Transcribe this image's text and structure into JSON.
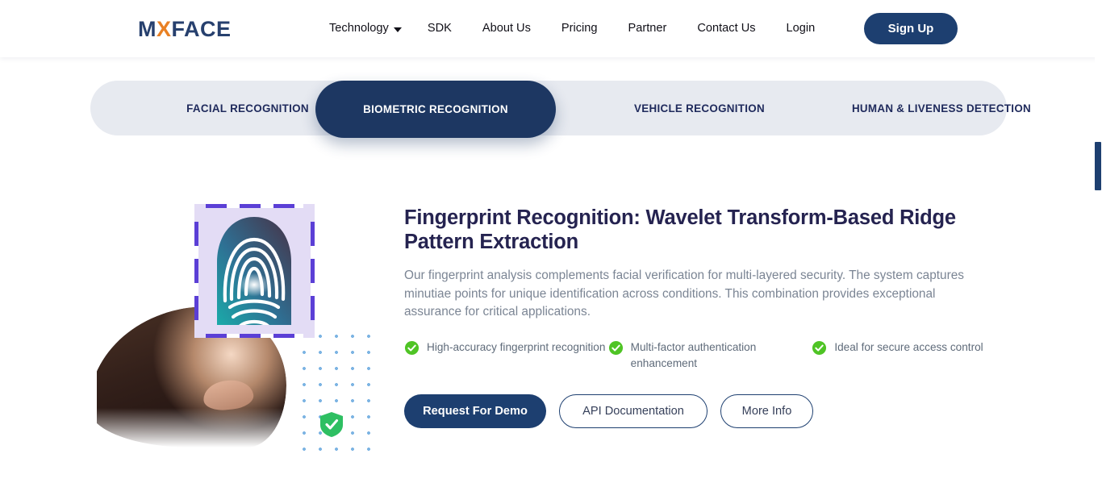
{
  "header": {
    "logo": {
      "prefix": "M",
      "accent": "X",
      "suffix": "FACE"
    },
    "nav": [
      {
        "label": "Technology",
        "has_caret": true
      },
      {
        "label": "SDK",
        "has_caret": false
      },
      {
        "label": "About Us",
        "has_caret": false
      },
      {
        "label": "Pricing",
        "has_caret": false
      },
      {
        "label": "Partner",
        "has_caret": false
      },
      {
        "label": "Contact Us",
        "has_caret": false
      },
      {
        "label": "Login",
        "has_caret": false
      }
    ],
    "signup_label": "Sign Up"
  },
  "tabs": [
    {
      "label": "FACIAL RECOGNITION",
      "active": false
    },
    {
      "label": "BIOMETRIC RECOGNITION",
      "active": true
    },
    {
      "label": "VEHICLE RECOGNITION",
      "active": false
    },
    {
      "label": "HUMAN & LIVENESS DETECTION",
      "active": false
    }
  ],
  "main": {
    "title": "Fingerprint Recognition: Wavelet Transform-Based Ridge Pattern Extraction",
    "description": "Our fingerprint analysis complements facial verification for multi-layered security. The system captures minutiae points for unique identification across conditions. This combination provides exceptional assurance for critical applications.",
    "features": [
      "High-accuracy fingerprint recognition",
      "Multi-factor authentication enhancement",
      "Ideal for secure access control"
    ],
    "buttons": [
      {
        "label": "Request For Demo",
        "style": "primary"
      },
      {
        "label": "API Documentation",
        "style": "outline"
      },
      {
        "label": "More Info",
        "style": "outline"
      }
    ]
  },
  "visual": {
    "fingerprint_icon": "fingerprint-scan-icon",
    "shield_icon": "verified-shield-icon",
    "scan_frame_icon": "scan-frame-icon",
    "dot_grid_icon": "dot-grid-decoration"
  },
  "colors": {
    "brand_navy": "#1d3f70",
    "brand_orange": "#e98023",
    "heading_navy": "#252350",
    "tab_bg": "#e7eaf0",
    "tab_active": "#1d3762",
    "check_green": "#4fc425",
    "shield_green": "#2ebf62",
    "scan_purple": "#5b3fd6",
    "dot_blue": "#7db4e3"
  }
}
